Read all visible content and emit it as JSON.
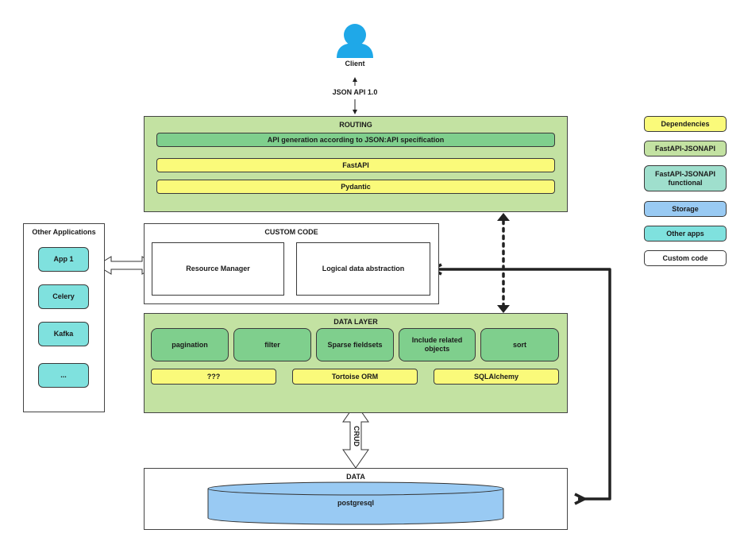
{
  "client": {
    "label": "Client"
  },
  "protocol": {
    "label": "JSON API 1.0"
  },
  "routing": {
    "title": "ROUTING",
    "items": [
      "API generation according to JSON:API specification",
      "FastAPI",
      "Pydantic"
    ]
  },
  "other_apps": {
    "title": "Other Applications",
    "items": [
      "App 1",
      "Celery",
      "Kafka",
      "..."
    ]
  },
  "custom_code": {
    "title": "CUSTOM CODE",
    "resource_manager": "Resource Manager",
    "logical": "Logical data abstraction"
  },
  "data_layer": {
    "title": "DATA LAYER",
    "features": [
      "pagination",
      "filter",
      "Sparse fieldsets",
      "Include related objects",
      "sort"
    ],
    "orms": [
      "???",
      "Tortoise ORM",
      "SQLAlchemy"
    ]
  },
  "crud": {
    "label": "CRUD"
  },
  "data": {
    "title": "DATA",
    "db": "postgresql"
  },
  "legend": [
    {
      "label": "Dependencies",
      "color": "#fafa7a"
    },
    {
      "label": "FastAPI-JSONAPI",
      "color": "#c3e2a2"
    },
    {
      "label": "FastAPI-JSONAPI functional",
      "color": "#9fdfcd"
    },
    {
      "label": "Storage",
      "color": "#99caf3"
    },
    {
      "label": "Other apps",
      "color": "#7fe1de"
    },
    {
      "label": "Custom code",
      "color": "#ffffff"
    }
  ],
  "colors": {
    "client_icon": "#1fa8e8",
    "yellow": "#fafa7a",
    "green": "#7fcf8d",
    "routing_bg": "#c3e2a2",
    "teal": "#7fe1de",
    "storage": "#99caf3"
  }
}
